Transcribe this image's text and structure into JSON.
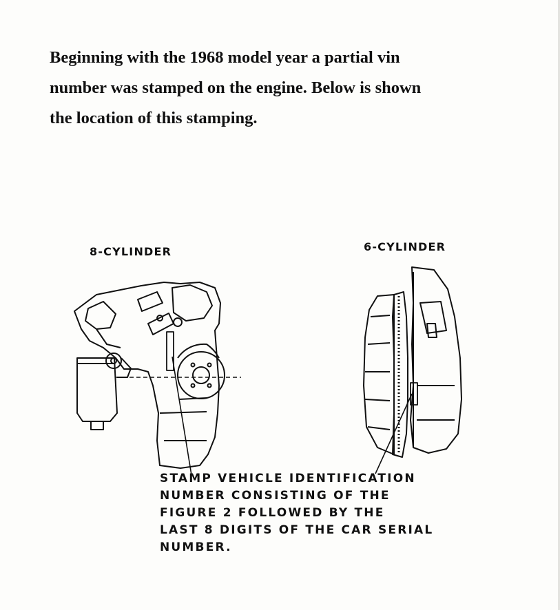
{
  "intro": {
    "lines": [
      "Beginning with the 1968 model year a partial vin",
      "number was stamped on the engine.  Below is shown",
      "the location of this stamping."
    ]
  },
  "figure": {
    "left_caption": "8-CYLINDER",
    "right_caption": "6-CYLINDER",
    "note_lines": [
      "STAMP VEHICLE IDENTIFICATION",
      "NUMBER CONSISTING OF THE",
      "FIGURE 2 FOLLOWED BY THE",
      "LAST 8 DIGITS OF THE CAR SERIAL",
      "NUMBER."
    ]
  }
}
